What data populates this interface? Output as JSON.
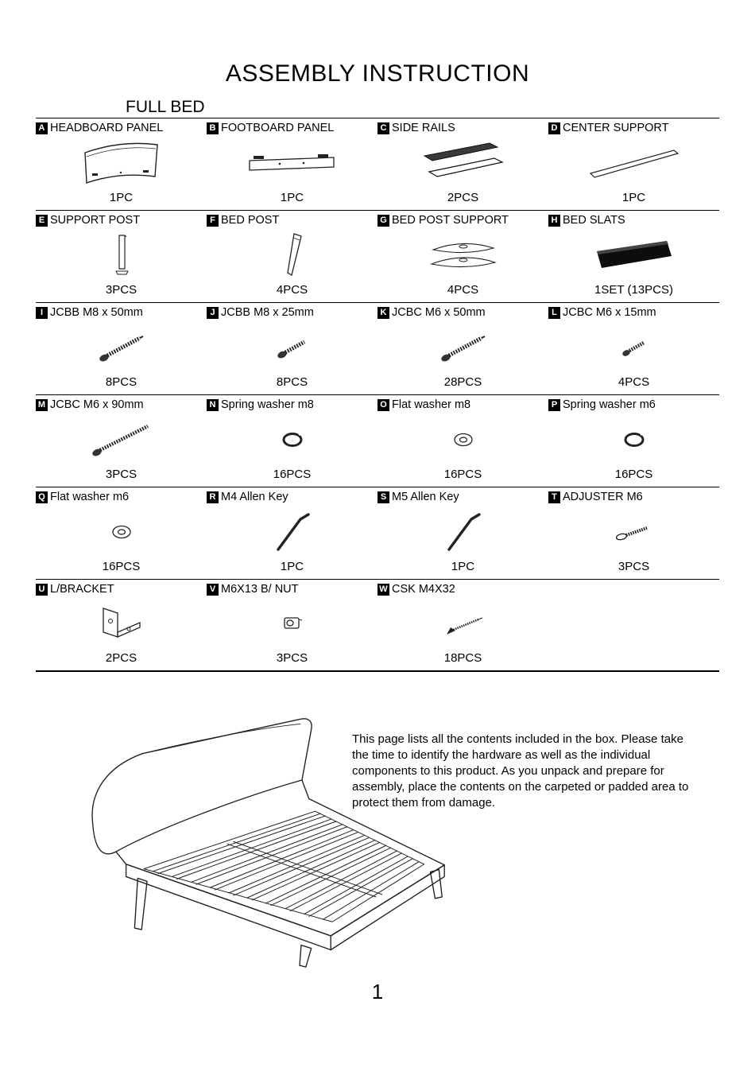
{
  "page": {
    "title": "ASSEMBLY INSTRUCTION",
    "subtitle": "FULL BED",
    "note": "This page lists all the contents included in the box. Please take the time to identify the hardware as well as the individual components to this product. As you unpack and prepare for assembly, place the contents on the carpeted or padded area to protect them from damage.",
    "page_number": "1"
  },
  "colors": {
    "text": "#000000",
    "badge_background": "#000000",
    "badge_foreground": "#ffffff",
    "line": "#000000"
  },
  "parts": [
    {
      "letter": "A",
      "name": "HEADBOARD PANEL",
      "qty": "1PC",
      "icon": "headboard-panel-icon"
    },
    {
      "letter": "B",
      "name": "FOOTBOARD PANEL",
      "qty": "1PC",
      "icon": "footboard-panel-icon"
    },
    {
      "letter": "C",
      "name": "SIDE RAILS",
      "qty": "2PCS",
      "icon": "side-rails-icon"
    },
    {
      "letter": "D",
      "name": "CENTER SUPPORT",
      "qty": "1PC",
      "icon": "center-support-icon"
    },
    {
      "letter": "E",
      "name": "SUPPORT POST",
      "qty": "3PCS",
      "icon": "support-post-icon"
    },
    {
      "letter": "F",
      "name": "BED POST",
      "qty": "4PCS",
      "icon": "bed-post-icon"
    },
    {
      "letter": "G",
      "name": "BED POST SUPPORT",
      "qty": "4PCS",
      "icon": "bed-post-support-icon"
    },
    {
      "letter": "H",
      "name": "BED SLATS",
      "qty": "1SET (13PCS)",
      "icon": "bed-slats-icon"
    },
    {
      "letter": "I",
      "name": "JCBB M8 x 50mm",
      "qty": "8PCS",
      "icon": "bolt-long-icon"
    },
    {
      "letter": "J",
      "name": "JCBB M8 x 25mm",
      "qty": "8PCS",
      "icon": "bolt-short-icon"
    },
    {
      "letter": "K",
      "name": "JCBC M6 x 50mm",
      "qty": "28PCS",
      "icon": "bolt-long-icon"
    },
    {
      "letter": "L",
      "name": "JCBC M6 x 15mm",
      "qty": "4PCS",
      "icon": "bolt-tiny-icon"
    },
    {
      "letter": "M",
      "name": "JCBC M6 x 90mm",
      "qty": "3PCS",
      "icon": "bolt-xlong-icon"
    },
    {
      "letter": "N",
      "name": "Spring washer m8",
      "qty": "16PCS",
      "icon": "spring-washer-icon"
    },
    {
      "letter": "O",
      "name": "Flat washer m8",
      "qty": "16PCS",
      "icon": "flat-washer-icon"
    },
    {
      "letter": "P",
      "name": "Spring washer m6",
      "qty": "16PCS",
      "icon": "spring-washer-icon"
    },
    {
      "letter": "Q",
      "name": "Flat washer m6",
      "qty": "16PCS",
      "icon": "flat-washer-icon"
    },
    {
      "letter": "R",
      "name": "M4 Allen Key",
      "qty": "1PC",
      "icon": "allen-key-icon"
    },
    {
      "letter": "S",
      "name": "M5 Allen Key",
      "qty": "1PC",
      "icon": "allen-key-icon"
    },
    {
      "letter": "T",
      "name": "ADJUSTER M6",
      "qty": "3PCS",
      "icon": "adjuster-icon"
    },
    {
      "letter": "U",
      "name": "L/BRACKET",
      "qty": "2PCS",
      "icon": "l-bracket-icon"
    },
    {
      "letter": "V",
      "name": "M6X13 B/ NUT",
      "qty": "3PCS",
      "icon": "barrel-nut-icon"
    },
    {
      "letter": "W",
      "name": "CSK M4X32",
      "qty": "18PCS",
      "icon": "csk-screw-icon"
    }
  ]
}
